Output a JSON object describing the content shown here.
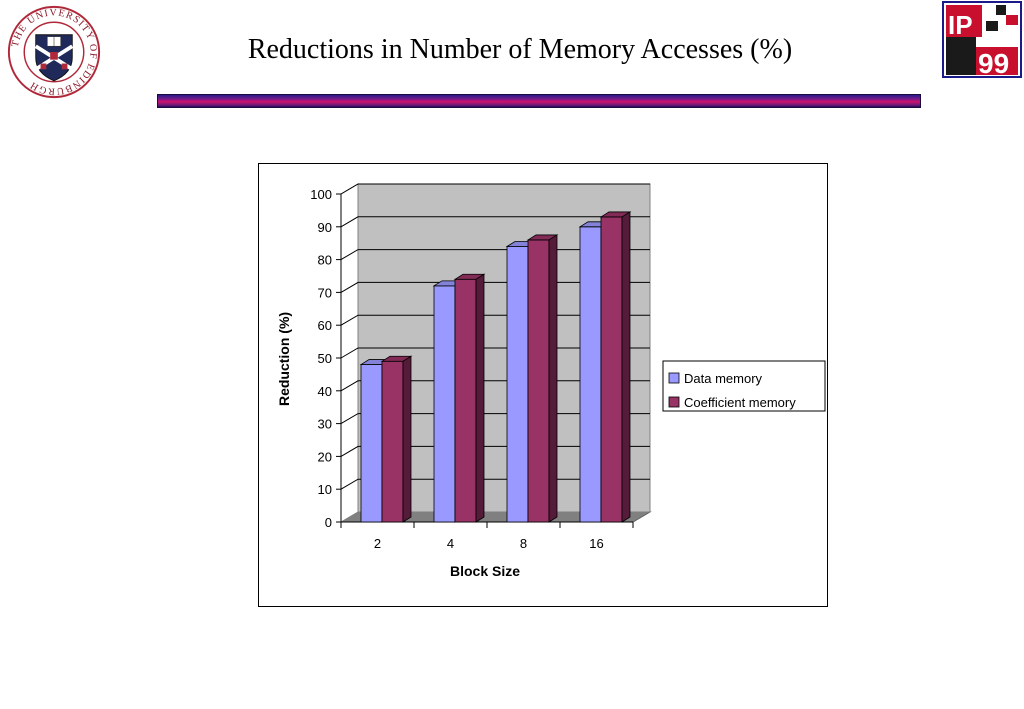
{
  "slide": {
    "title": "Reductions in Number of Memory Accesses (%)"
  },
  "logos": {
    "university": {
      "ring_text": "THE UNIVERSITY OF EDINBURGH",
      "ring_color": "#b0293a",
      "shield_color": "#1f2a5a"
    },
    "ip99": {
      "text_top": "IP",
      "text_bottom": "99",
      "frame_color": "#1a1a8a",
      "accent_color": "#c8102e"
    }
  },
  "colors": {
    "title_rule_top": "#2a1a8a",
    "title_rule_mid": "#d0106a",
    "plot_wall": "#c0c0c0",
    "plot_floor": "#808080"
  },
  "chart_data": {
    "type": "bar",
    "subtype": "3d-clustered-column",
    "categories": [
      "2",
      "4",
      "8",
      "16"
    ],
    "series": [
      {
        "name": "Data memory",
        "values": [
          48,
          72,
          84,
          90
        ],
        "color": "#9999ff"
      },
      {
        "name": "Coefficient memory",
        "values": [
          49,
          74,
          86,
          93
        ],
        "color": "#993366"
      }
    ],
    "xlabel": "Block Size",
    "ylabel": "Reduction (%)",
    "ylim": [
      0,
      100
    ],
    "yticks": [
      0,
      10,
      20,
      30,
      40,
      50,
      60,
      70,
      80,
      90,
      100
    ],
    "grid": true,
    "legend": "right"
  }
}
